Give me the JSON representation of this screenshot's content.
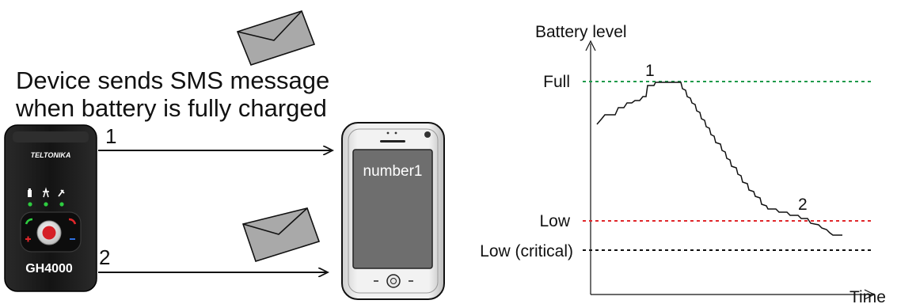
{
  "caption": {
    "line1": "Device sends SMS message",
    "line2": "when battery is fully charged"
  },
  "device": {
    "brand": "TELTONIKA",
    "model": "GH4000"
  },
  "phone": {
    "screen_text": "number1"
  },
  "arrows": [
    {
      "label": "1"
    },
    {
      "label": "2"
    }
  ],
  "graph": {
    "y_axis_label": "Battery level",
    "x_axis_label": "Time",
    "levels": {
      "full": "Full",
      "low": "Low",
      "critical": "Low (critical)"
    },
    "markers": {
      "first": "1",
      "second": "2"
    }
  },
  "colors": {
    "full_line": "#1e9a4a",
    "low_line": "#e0262a",
    "critical_line": "#111111",
    "envelope_fill": "#a9a9a9",
    "device_body": "#1c1c1c",
    "phone_screen": "#6e6e6e",
    "power_button": "#d51f26"
  },
  "icons": [
    "envelope-icon",
    "battery-icon",
    "gsm-icon",
    "gps-icon",
    "phone-call-icon",
    "phone-hangup-icon",
    "plus-icon",
    "minus-icon"
  ]
}
